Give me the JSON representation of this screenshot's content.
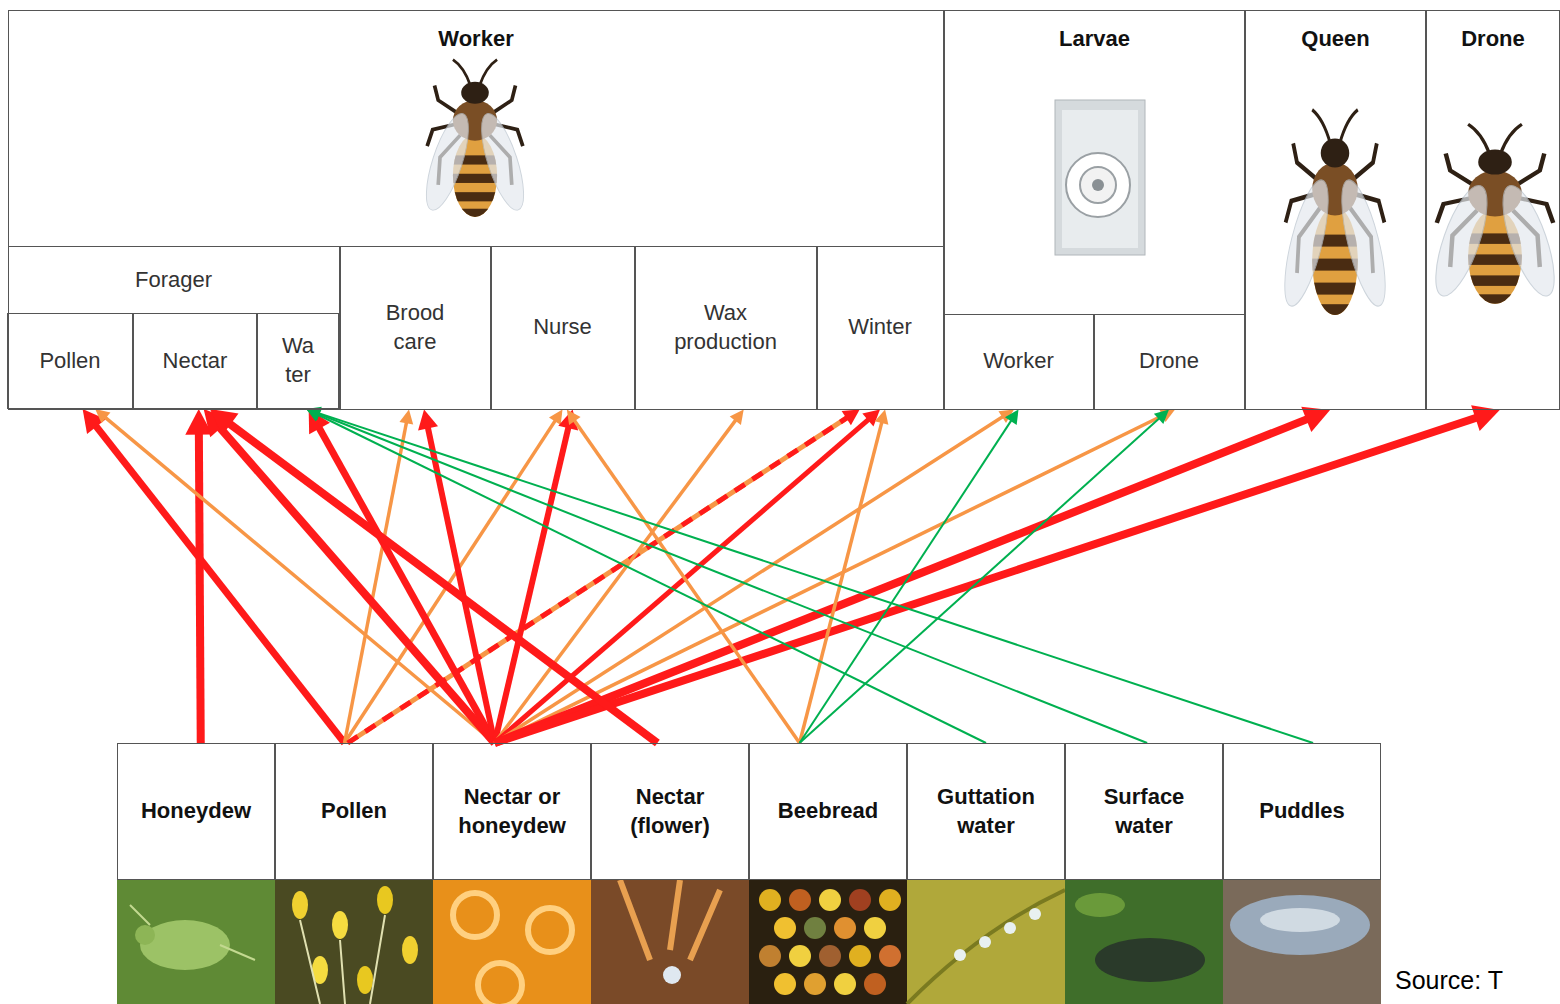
{
  "diagram": {
    "nodes": [
      {
        "text": [
          "Worker"
        ]
      },
      {
        "text": [
          "Forager"
        ],
        "in": 0
      },
      {
        "text": [
          "Pollen"
        ],
        "in": 1
      },
      {
        "text": [
          "Nectar"
        ],
        "in": 1
      },
      {
        "text": [
          "Wa ter"
        ],
        "in": 1
      },
      {
        "text": [
          "Brood care"
        ],
        "in": 0
      },
      {
        "text": [
          "Nurse"
        ],
        "in": 0
      },
      {
        "text": [
          "Wax production"
        ],
        "in": 0
      },
      {
        "text": [
          "Winter"
        ],
        "in": 0
      },
      {
        "text": [
          "Larvae"
        ]
      },
      {
        "text": [
          "Worker"
        ],
        "in": 9
      },
      {
        "text": [
          "Drone"
        ],
        "in": 9
      },
      {
        "text": [
          "Queen"
        ]
      },
      {
        "text": [
          "Drone"
        ]
      },
      {
        "text": [
          "Honeydew"
        ]
      },
      {
        "text": [
          "Pollen"
        ]
      },
      {
        "text": [
          "Nectar or honeydew"
        ]
      },
      {
        "text": [
          "Nectar (flower)"
        ]
      },
      {
        "text": [
          "Beebread"
        ]
      },
      {
        "text": [
          "Guttation water"
        ]
      },
      {
        "text": [
          "Surface water"
        ]
      },
      {
        "text": [
          "Puddles"
        ]
      }
    ],
    "edges": [
      {
        "from": 14,
        "to": 3,
        "arrow": "to"
      },
      {
        "from": 15,
        "to": 2,
        "arrow": "to"
      },
      {
        "from": 15,
        "to": 5,
        "arrow": "to"
      },
      {
        "from": 15,
        "to": 6,
        "arrow": "to"
      },
      {
        "from": 15,
        "to": 8,
        "arrow": "to"
      },
      {
        "from": 16,
        "to": 2,
        "arrow": "to"
      },
      {
        "from": 16,
        "to": 3,
        "arrow": "to"
      },
      {
        "from": 16,
        "to": 4,
        "arrow": "to"
      },
      {
        "from": 16,
        "to": 5,
        "arrow": "to"
      },
      {
        "from": 16,
        "to": 6,
        "arrow": "to"
      },
      {
        "from": 16,
        "to": 7,
        "arrow": "to"
      },
      {
        "from": 16,
        "to": 8,
        "arrow": "to"
      },
      {
        "from": 16,
        "to": 10,
        "arrow": "to"
      },
      {
        "from": 16,
        "to": 11,
        "arrow": "to"
      },
      {
        "from": 16,
        "to": 12,
        "arrow": "to"
      },
      {
        "from": 16,
        "to": 13,
        "arrow": "to"
      },
      {
        "from": 17,
        "to": 3,
        "arrow": "to"
      },
      {
        "from": 18,
        "to": 6,
        "arrow": "to"
      },
      {
        "from": 18,
        "to": 8,
        "arrow": "to"
      },
      {
        "from": 18,
        "to": 10,
        "arrow": "to"
      },
      {
        "from": 18,
        "to": 11,
        "arrow": "to"
      },
      {
        "from": 19,
        "to": 4,
        "arrow": "to"
      },
      {
        "from": 20,
        "to": 4,
        "arrow": "to"
      },
      {
        "from": 21,
        "to": 4,
        "arrow": "to"
      }
    ],
    "labels": [
      "Source: T"
    ]
  }
}
